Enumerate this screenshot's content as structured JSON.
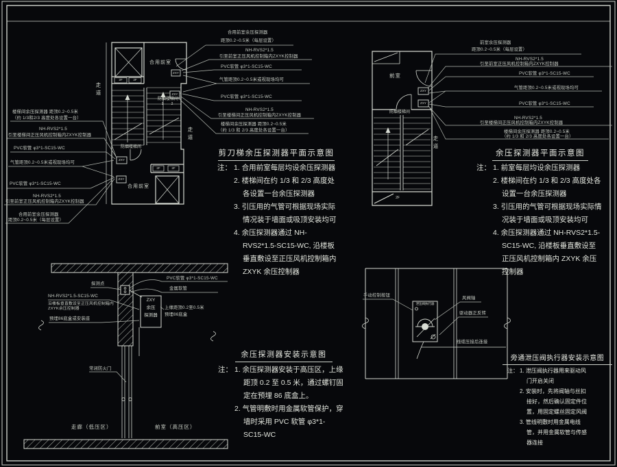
{
  "sheet": {
    "background": "#07080b",
    "line_color": "#d8dcd4"
  },
  "tl": {
    "title": "剪刀梯余压探测器平面示意图",
    "note_label": "注：",
    "notes": [
      "1. 合用前室每层均设余压探测器",
      "2. 楼梯间在约 1/3 和 2/3 高度处各设置一台余压探测器",
      "3. 引压用的气管可根据现场实际情况装于墙面或吸顶安装均可",
      "4. 余压探测器通过 NH-RVS2*1.5-SC15-WC, 沿楼板垂直敷设至正压风机控制箱内 ZXYK 余压控制器"
    ],
    "cr": [
      {
        "l1": "合用前室余压探测器",
        "l2": "距顶0.2~0.5米（每层设置）"
      },
      {
        "l1": "NH-RVS2*1.5",
        "l2": "引至前室正压风机控制箱内ZXYK控制器"
      },
      {
        "l1": "PVC软管 φ3*1-SC15-WC"
      },
      {
        "l1": "气管距顶0.2~0.5米或视现场均可"
      },
      {
        "l1": "PVC软管 φ3*1-SC15-WC"
      },
      {
        "l1": "NH-RVS2*1.5",
        "l2": "引至楼梯间正压风机控制箱内ZXYK控制器"
      },
      {
        "l1": "楼梯间余压探测器 距顶0.2~0.5米",
        "l2": "（约 1/3 和 2/3 高度处各设置一台）"
      }
    ],
    "cl": [
      {
        "l1": "楼梯间余压探测器 距顶0.2~0.5米",
        "l2": "（约 1/3和2/3 高度处各设置一台）"
      },
      {
        "l1": "NH-RVS2*1.5",
        "l2": "引至楼梯间正压风机控制箱内ZXYK控制器"
      },
      {
        "l1": "PVC软管 φ3*1-SC15-WC"
      },
      {
        "l1": "气管距顶0.2~0.5米或视现场均可"
      },
      {
        "l1": "PVC软管 φ3*1-SC15-WC"
      },
      {
        "l1": "NH-RVS2*1.5",
        "l2": "引至前室正压风机控制箱内ZXYK控制器"
      },
      {
        "l1": "合用前室余压探测器",
        "l2": "距顶0.2~0.5米（每层设置）"
      }
    ],
    "rooms": {
      "lobby": "合用前室",
      "stair": "防烟楼梯间",
      "corridor": "走道",
      "shaft": "2F",
      "no1": "1",
      "no2": "2"
    },
    "device": "ZXY"
  },
  "tr": {
    "title": "余压探测器平面示意图",
    "note_label": "注：",
    "notes": [
      "1. 前室每层均设余压探测器",
      "2. 楼梯间在约 1/3 和 2/3 高度处各设置一台余压探测器",
      "3. 引压用的气管可根据现场实际情况装于墙面或吸顶安装均可",
      "4. 余压探测器通过 NH-RVS2*1.5-SC15-WC, 沿楼板垂直敷设至正压风机控制箱内 ZXYK 余压控制器"
    ],
    "c": [
      {
        "l1": "前室余压探测器",
        "l2": "距顶0.2~0.5米（每层设置）"
      },
      {
        "l1": "NH-RVS2*1.5",
        "l2": "引至前室正压风机控制箱内ZXYK控制器"
      },
      {
        "l1": "PVC软管 φ3*1-SC15-WC"
      },
      {
        "l1": "气管距顶0.2~0.5米或视现场均可"
      },
      {
        "l1": "PVC软管 φ3*1-SC15-WC"
      },
      {
        "l1": "NH-RVS2*1.5",
        "l2": "引至楼梯间正压风机控制箱内ZXYK控制器"
      },
      {
        "l1": "楼梯间余压探测器 距顶0.2~0.5米",
        "l2": "（约 1/3 和 2/3 高度处各设置一台）"
      }
    ],
    "rooms": {
      "front": "前室",
      "stair": "防烟楼梯间",
      "corridor": "走道",
      "floor": "2F"
    },
    "device": "ZXY"
  },
  "bl": {
    "title": "余压探测器安装示意图",
    "note_label": "注：",
    "notes": [
      "1. 余压探测器安装于高压区，上缘距顶 0.2 至 0.5 米，通过螺钉固定在预埋 86 底盒上。",
      "2. 气管明敷时用金属软管保护，穿墙时采用 PVC 软管 φ3*1-SC15-WC"
    ],
    "labels": {
      "probe": "探测点",
      "pvc": "PVC软管 φ3*1-SC15-WC",
      "hose": "金属软管",
      "wire": "NH-RVS2*1.5-SC15-WC",
      "route1": "沿楼板垂直敷设至正压风机控制箱内",
      "route2": "ZXYK余压控制器",
      "box86": "预埋86底盒或安装座",
      "edge1": "上缘距顶0.2至0.5米",
      "edge2": "预埋86底盒",
      "door": "常闭防火门",
      "corridor": "走廊（低压区）",
      "front": "前室（高压区）",
      "dev1": "ZXY",
      "dev2": "余压",
      "dev3": "探测器"
    }
  },
  "br": {
    "title": "旁通泄压阀执行器安装示意图",
    "note_label": "注：",
    "notes": [
      "1. 泄压阀执行器用来驱动风门开启关闭",
      "2. 安装时，先将阀轴与丝扣接好，然后确认固定件位置，用固定螺丝固定风阀",
      "3. 管线明敷时用金属电线管，并用金属软管与传感器连接"
    ],
    "labels": {
      "manual": "手动控制按钮",
      "actuator": "泄压阀执行器",
      "shaft": "风阀轴",
      "driver": "驱动器正反转",
      "cable": "线缆压接后连接"
    }
  }
}
